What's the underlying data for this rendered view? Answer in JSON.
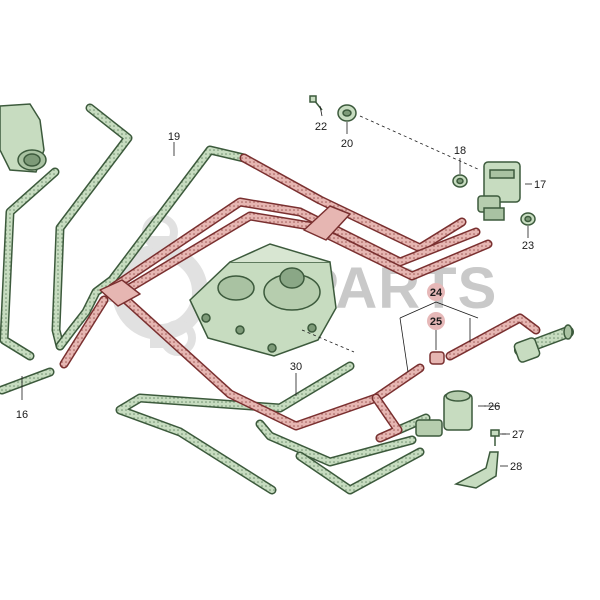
{
  "watermark": {
    "text": "PARTS"
  },
  "callouts": {
    "c16": "16",
    "c17": "17",
    "c18": "18",
    "c19": "19",
    "c20": "20",
    "c22": "22",
    "c23": "23",
    "c24": "24",
    "c25": "25",
    "c26": "26",
    "c27": "27",
    "c28": "28",
    "c30": "30"
  },
  "colors": {
    "green_hose": "#c7dcc0",
    "green_outline": "#3c5a3c",
    "red_hose": "#e6b6b2",
    "red_outline": "#7a3030",
    "highlight_circle": "#e6b8b8",
    "watermark": "#c9c9c9"
  }
}
